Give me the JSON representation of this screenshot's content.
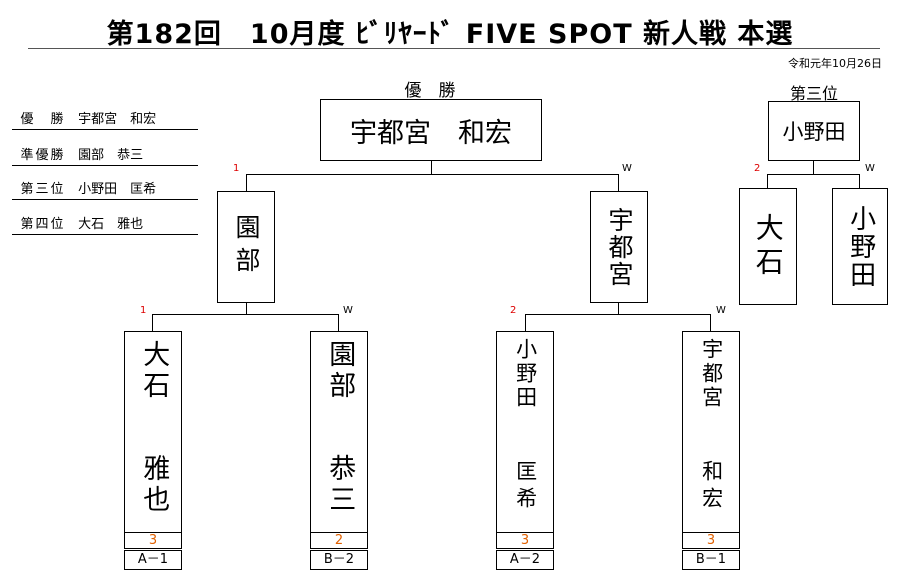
{
  "title": "第182回　10月度 ﾋﾞﾘﾔｰﾄﾞ FIVE SPOT 新人戦 本選",
  "date": "令和元年10月26日",
  "results": [
    {
      "rank": "優　勝",
      "name": "宇都宮　和宏"
    },
    {
      "rank": "準優勝",
      "name": "園部　恭三"
    },
    {
      "rank": "第三位",
      "name": "小野田　匡希"
    },
    {
      "rank": "第四位",
      "name": "大石　雅也"
    }
  ],
  "bracket": {
    "champion_heading": "優　勝",
    "champion": "宇都宮　和宏",
    "semi_left": {
      "name": "園部",
      "mark": "1"
    },
    "semi_right": {
      "name": "宇都宮",
      "mark": "W"
    },
    "first_round": [
      {
        "surname": "大石",
        "given": "雅也",
        "score": "3",
        "code": "A－1",
        "mark": "1"
      },
      {
        "surname": "園部",
        "given": "恭三",
        "score": "2",
        "code": "B－2",
        "mark": "W"
      },
      {
        "surname": "小野田",
        "given": "匡希",
        "score": "3",
        "code": "A－2",
        "mark": "2"
      },
      {
        "surname": "宇都宮",
        "given": "和宏",
        "score": "3",
        "code": "B－1",
        "mark": "W"
      }
    ]
  },
  "third_place": {
    "heading": "第三位",
    "winner": "小野田",
    "left": {
      "name": "大石",
      "mark": "2"
    },
    "right": {
      "name": "小野田",
      "mark": "W"
    }
  }
}
